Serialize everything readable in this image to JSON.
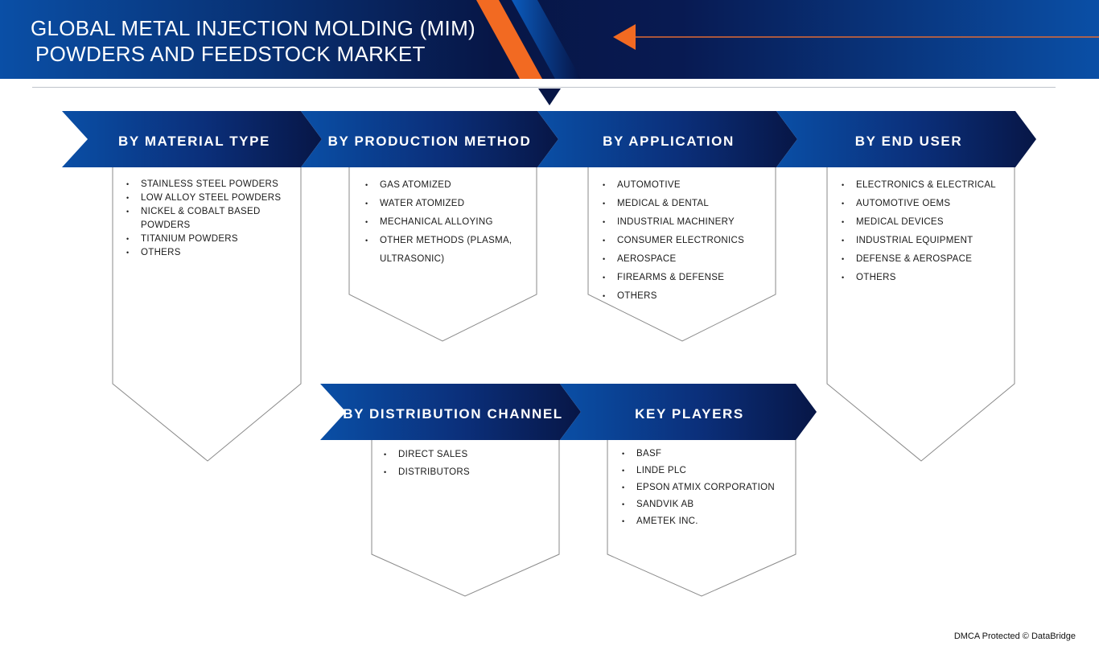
{
  "header": {
    "title_line1": "GLOBAL METAL INJECTION MOLDING (MIM)",
    "title_line2": "POWDERS AND FEEDSTOCK MARKET"
  },
  "colors": {
    "dark_navy": "#071646",
    "royal_blue": "#0a4fa6",
    "accent_orange": "#f26a22"
  },
  "segments": {
    "material_type": {
      "title": "BY MATERIAL TYPE",
      "items": [
        "STAINLESS STEEL POWDERS",
        "LOW ALLOY STEEL POWDERS",
        "NICKEL & COBALT BASED POWDERS",
        "TITANIUM POWDERS",
        "OTHERS"
      ]
    },
    "production_method": {
      "title": "BY PRODUCTION METHOD",
      "items": [
        "GAS ATOMIZED",
        "WATER ATOMIZED",
        "MECHANICAL ALLOYING",
        "OTHER METHODS (PLASMA, ULTRASONIC)"
      ]
    },
    "application": {
      "title": "BY APPLICATION",
      "items": [
        "AUTOMOTIVE",
        "MEDICAL & DENTAL",
        "INDUSTRIAL MACHINERY",
        "CONSUMER ELECTRONICS",
        "AEROSPACE",
        "FIREARMS & DEFENSE",
        "OTHERS"
      ]
    },
    "end_user": {
      "title": "BY END USER",
      "items": [
        "ELECTRONICS & ELECTRICAL",
        "AUTOMOTIVE OEMS",
        "MEDICAL DEVICES",
        "INDUSTRIAL EQUIPMENT",
        "DEFENSE & AEROSPACE",
        "OTHERS"
      ]
    },
    "distribution_channel": {
      "title": "BY DISTRIBUTION CHANNEL",
      "items": [
        "DIRECT SALES",
        "DISTRIBUTORS"
      ]
    },
    "key_players": {
      "title": "KEY PLAYERS",
      "items": [
        "BASF",
        "LINDE PLC",
        "EPSON ATMIX CORPORATION",
        "SANDVIK AB",
        "AMETEK INC."
      ]
    }
  },
  "footer": {
    "text": "DMCA Protected © DataBridge"
  }
}
